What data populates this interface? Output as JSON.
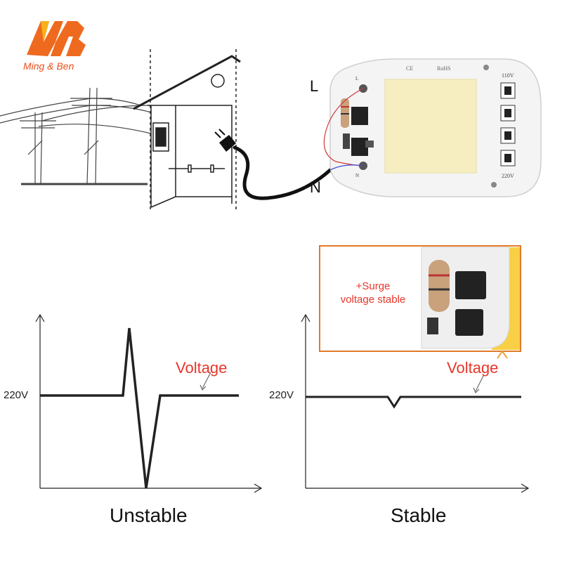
{
  "brand": {
    "name": "Ming & Ben",
    "mark": "MB",
    "color": "#e8501d"
  },
  "wires": {
    "live": "L",
    "neutral": "N"
  },
  "board": {
    "marks": [
      "CE",
      "RoHS"
    ],
    "input_low": "110V",
    "input_high": "220V",
    "left_marks": [
      "L",
      "N"
    ]
  },
  "callout": {
    "line1": "+Surge",
    "line2": "voltage stable",
    "border_color": "#e07a2a"
  },
  "charts": {
    "unstable": {
      "level_label": "220V",
      "series_label": "Voltage",
      "caption": "Unstable"
    },
    "stable": {
      "level_label": "220V",
      "series_label": "Voltage",
      "caption": "Stable"
    }
  },
  "colors": {
    "label_red": "#e8362a",
    "line": "#111111",
    "chip_yellow": "#f6eec0"
  }
}
